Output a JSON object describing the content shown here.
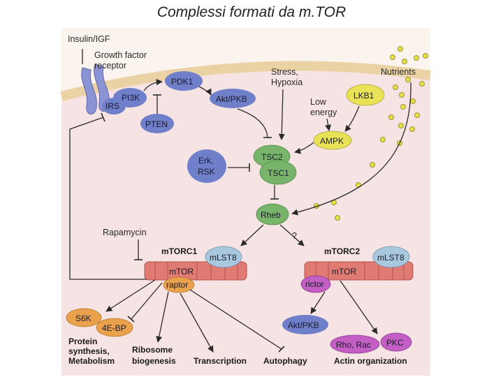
{
  "title": "Complessi formati da m.TOR",
  "labels": {
    "insulin": "Insulin/IGF",
    "gfr": "Growth factor",
    "gfr2": "receptor",
    "pi3k": "PI3K",
    "irs": "IRS",
    "pdk1": "PDK1",
    "akt_top": "Akt/PKB",
    "pten": "PTEN",
    "stress": "Stress,",
    "hypoxia": "Hypoxia",
    "nutrients": "Nutrients",
    "lkb1": "LKB1",
    "lowenergy1": "Low",
    "lowenergy2": "energy",
    "ampk": "AMPK",
    "erk1": "Erk,",
    "erk2": "RSK",
    "tsc2": "TSC2",
    "tsc1": "TSC1",
    "rheb": "Rheb",
    "question": "?",
    "rapamycin": "Rapamycin",
    "mtorc1": "mTORC1",
    "mtorc2": "mTORC2",
    "mlst8_1": "mLST8",
    "mlst8_2": "mLST8",
    "mtor1": "mTOR",
    "mtor2": "mTOR",
    "raptor": "raptor",
    "rictor": "rictor",
    "s6k": "S6K",
    "fourebp": "4E-BP",
    "akt_bottom": "Akt/PKB",
    "rho": "Rho, Rac",
    "pkc": "PKC",
    "out_protein1": "Protein",
    "out_protein2": "synthesis,",
    "out_protein3": "Metabolism",
    "out_ribo1": "Ribosome",
    "out_ribo2": "biogenesis",
    "out_transcription": "Transcription",
    "out_autophagy": "Autophagy",
    "out_actin": "Actin organization"
  },
  "colors": {
    "cytoplasm": "#f7e4e4",
    "membrane": "#ecd3a6",
    "receptor": "#8a93d3",
    "blue_protein": "#6f7fc9",
    "green_protein": "#78b56a",
    "yellow_protein": "#e9e257",
    "orange_protein": "#e9a24b",
    "mtor": "#e07b74",
    "lightblue": "#a9c8de",
    "purple": "#c35ec4"
  }
}
